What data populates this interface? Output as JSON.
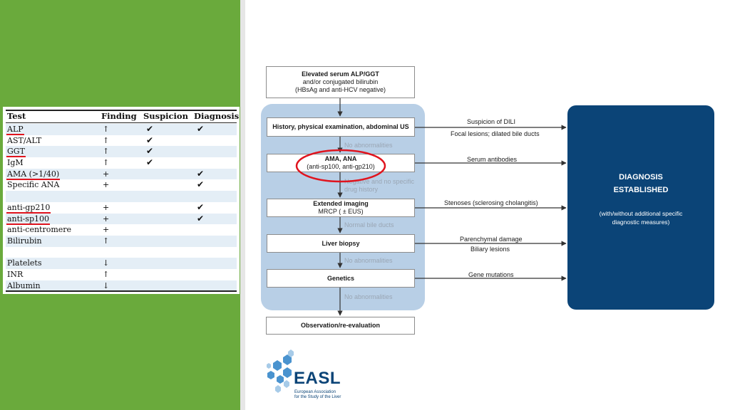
{
  "table": {
    "headers": [
      "Test",
      "Finding",
      "Suspicion",
      "Diagnosis"
    ],
    "rows": [
      {
        "test": "ALP",
        "finding": "↑",
        "suspicion": "✔",
        "diagnosis": "✔",
        "underline": true
      },
      {
        "test": "AST/ALT",
        "finding": "↑",
        "suspicion": "✔",
        "diagnosis": ""
      },
      {
        "test": "GGT",
        "finding": "↑",
        "suspicion": "✔",
        "diagnosis": "",
        "underline": true
      },
      {
        "test": "IgM",
        "finding": "↑",
        "suspicion": "✔",
        "diagnosis": ""
      },
      {
        "test": "AMA (>1/40)",
        "finding": "+",
        "suspicion": "",
        "diagnosis": "✔",
        "underline": true
      },
      {
        "test": "Specific ANA",
        "finding": "+",
        "suspicion": "",
        "diagnosis": "✔"
      },
      {
        "test": "",
        "finding": "",
        "suspicion": "",
        "diagnosis": ""
      },
      {
        "test": "anti-gp210",
        "finding": "+",
        "suspicion": "",
        "diagnosis": "✔",
        "underline": true
      },
      {
        "test": "anti-sp100",
        "finding": "+",
        "suspicion": "",
        "diagnosis": "✔",
        "underline": true
      },
      {
        "test": "anti-centromere",
        "finding": "+",
        "suspicion": "",
        "diagnosis": ""
      },
      {
        "test": "Bilirubin",
        "finding": "↑",
        "suspicion": "",
        "diagnosis": ""
      },
      {
        "test": "",
        "finding": "",
        "suspicion": "",
        "diagnosis": ""
      },
      {
        "test": "Platelets",
        "finding": "↓",
        "suspicion": "",
        "diagnosis": ""
      },
      {
        "test": "INR",
        "finding": "↑",
        "suspicion": "",
        "diagnosis": ""
      },
      {
        "test": "Albumin",
        "finding": "↓",
        "suspicion": "",
        "diagnosis": ""
      }
    ]
  },
  "flow": {
    "top_box": [
      "Elevated serum ALP/GGT",
      "and/or conjugated bilirubin",
      "(HBsAg and anti-HCV negative)"
    ],
    "history_box": "History, physical examination, abdominal US",
    "no_abn_1": "No abnormalities",
    "ama_box": [
      "AMA, ANA",
      "(anti-sp100, anti-gp210)"
    ],
    "neg_note": [
      "Negative and no specific",
      "drug history"
    ],
    "imaging_box": [
      "Extended imaging",
      "MRCP ( ± EUS)"
    ],
    "normal_ducts": "Normal bile ducts",
    "biopsy_box": "Liver biopsy",
    "no_abn_2": "No abnormalities",
    "genetics_box": "Genetics",
    "no_abn_3": "No abnormalities",
    "observation_box": "Observation/re-evaluation",
    "side_labels": {
      "dili": "Suspicion of DILI",
      "focal": "Focal lesions; dilated bile ducts",
      "serum": "Serum antibodies",
      "stenoses": "Stenoses (sclerosing cholangitis)",
      "parenchymal": "Parenchymal damage",
      "biliary": "Biliary lesions",
      "gene": "Gene mutations"
    },
    "diagnosis": {
      "title": [
        "DIAGNOSIS",
        "ESTABLISHED"
      ],
      "subtitle": [
        "(with/without additional specific",
        "diagnostic measures)"
      ]
    }
  },
  "logo": {
    "name": "EASL",
    "subtitle": [
      "European Association",
      "for the Study of the Liver"
    ]
  },
  "colors": {
    "green_panel": "#6aaa3c",
    "dx_box": "#0b4477",
    "blue_region": "#b8cfe6",
    "red_highlight": "#e0141e"
  }
}
